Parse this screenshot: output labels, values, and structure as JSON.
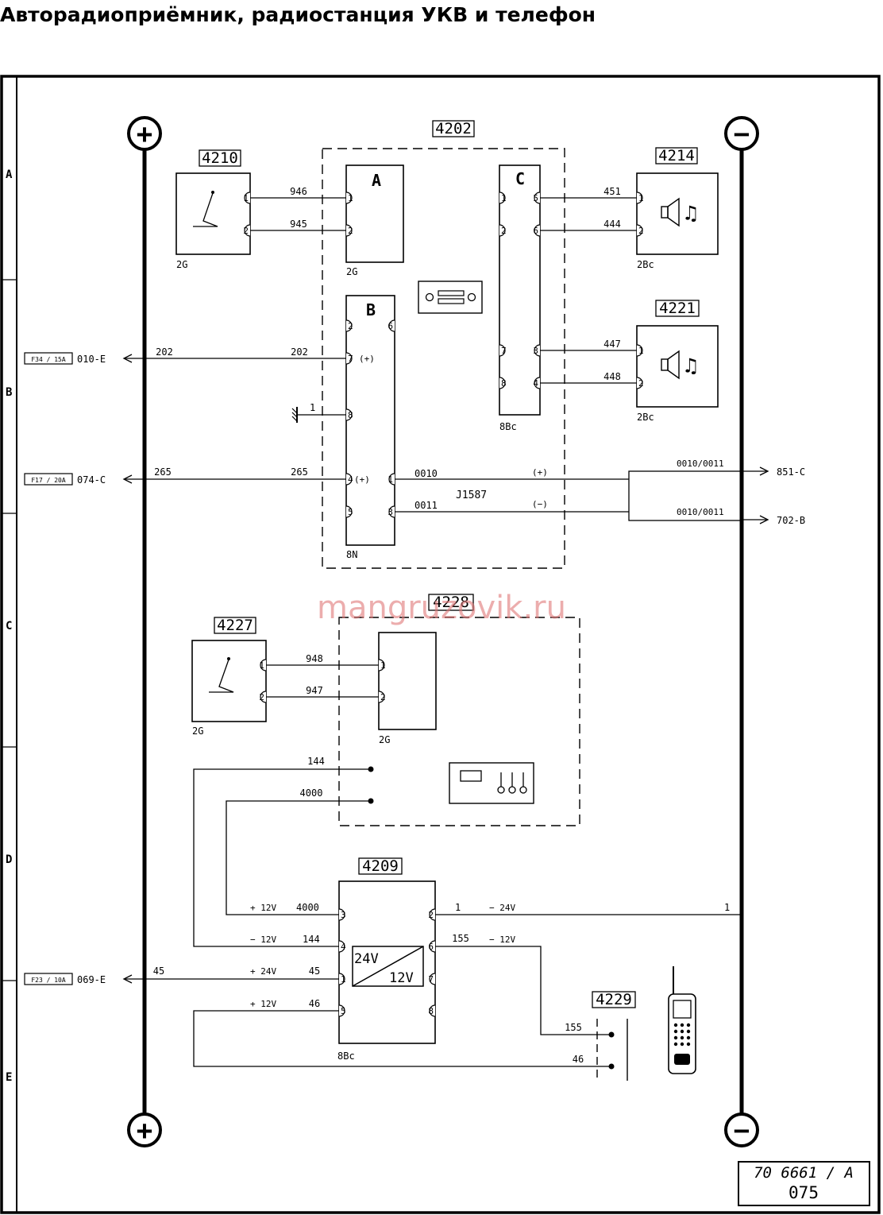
{
  "title": "Авторадиоприёмник, радиостанция УКВ и телефон",
  "rows": [
    "A",
    "B",
    "C",
    "D",
    "E"
  ],
  "rails": {
    "plus": "+",
    "minus": "−"
  },
  "components": {
    "c4210": "4210",
    "c4202": "4202",
    "c4214": "4214",
    "c4221": "4221",
    "c4227": "4227",
    "c4228": "4228",
    "c4209": "4209",
    "c4229": "4229"
  },
  "connectors": {
    "A": "A",
    "B": "B",
    "C": "C"
  },
  "connector_types": {
    "t2G": "2G",
    "t2Bc": "2Bc",
    "t8Bc": "8Bc",
    "t8N": "8N"
  },
  "references": {
    "f34": "F34 / 15A",
    "f17": "F17 / 20A",
    "f23": "F23 / 10A",
    "r010E": "010-E",
    "r074C": "074-C",
    "r069E": "069-E",
    "r851C": "851-C",
    "r702B": "702-B"
  },
  "wires": {
    "w946": "946",
    "w945": "945",
    "w451": "451",
    "w444": "444",
    "w447": "447",
    "w448": "448",
    "w202": "202",
    "w265": "265",
    "w1": "1",
    "w0010": "0010",
    "w0011": "0011",
    "w0010_0011": "0010/0011",
    "w948": "948",
    "w947": "947",
    "w144": "144",
    "w4000": "4000",
    "w155": "155",
    "w46": "46",
    "w45": "45"
  },
  "signals": {
    "plus": "(+)",
    "minus": "(−)",
    "bus": "J1587",
    "p12": "+ 12V",
    "m12": "− 12V",
    "p24": "+ 24V",
    "m24": "− 24V"
  },
  "converter": {
    "v24": "24V",
    "v12": "12V"
  },
  "pins": {
    "p1": "1",
    "p2": "2",
    "p3": "3",
    "p4": "4",
    "p5": "5",
    "p6": "6",
    "p7": "7",
    "p8": "8"
  },
  "watermark": "mangruzovik.ru",
  "stamp": {
    "code": "70 6661 / A",
    "number": "075"
  }
}
